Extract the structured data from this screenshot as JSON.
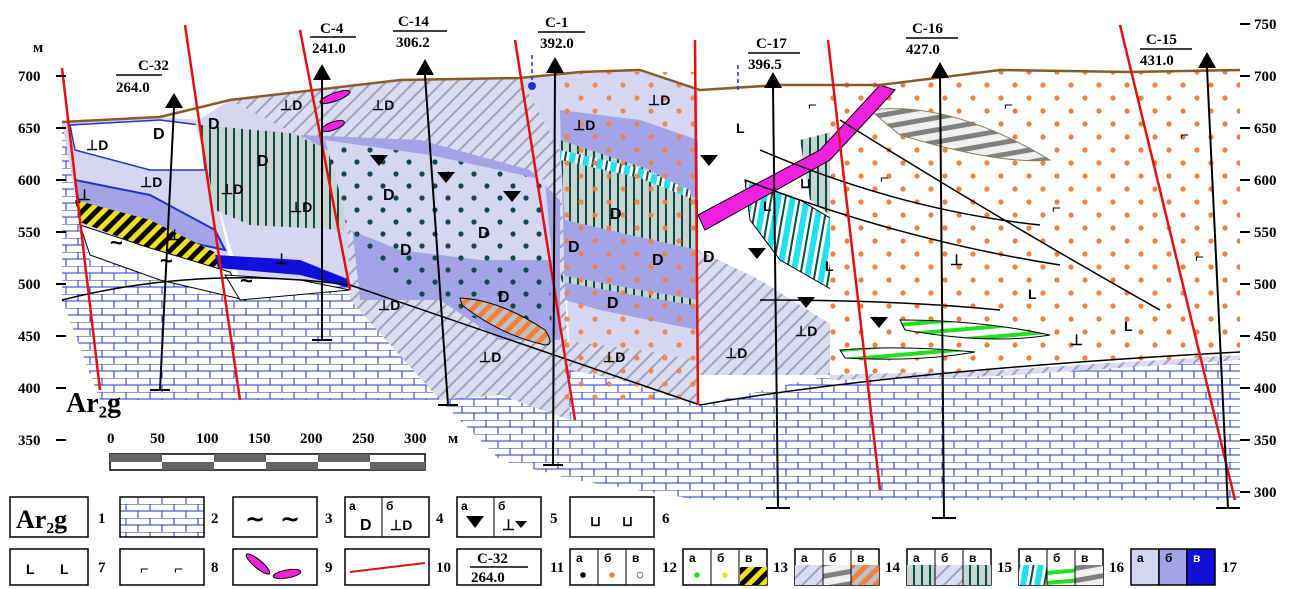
{
  "axes": {
    "unit": "м",
    "left_ticks": [
      "700",
      "650",
      "600",
      "550",
      "500",
      "450",
      "400",
      "350"
    ],
    "right_ticks": [
      "750",
      "700",
      "650",
      "600",
      "550",
      "500",
      "450",
      "400",
      "350",
      "300"
    ]
  },
  "formation_label": "Ar₂g",
  "scale_bar": {
    "ticks": [
      "0",
      "50",
      "100",
      "150",
      "200",
      "250",
      "300"
    ],
    "unit": "м"
  },
  "wells": [
    {
      "name": "С-32",
      "depth": "264.0"
    },
    {
      "name": "С-4",
      "depth": "241.0"
    },
    {
      "name": "С-14",
      "depth": "306.2"
    },
    {
      "name": "С-1",
      "depth": "392.0"
    },
    {
      "name": "С-17",
      "depth": "396.5"
    },
    {
      "name": "С-16",
      "depth": "427.0"
    },
    {
      "name": "С-15",
      "depth": "431.0"
    }
  ],
  "rock_symbols": {
    "D": "D",
    "perp_d": "⊥D",
    "perp": "⊥",
    "hook": "⌐",
    "corner": "L",
    "cup": "⊔",
    "tilde": "~"
  },
  "legend": {
    "numbers": [
      "1",
      "2",
      "3",
      "4",
      "5",
      "6",
      "7",
      "8",
      "9",
      "10",
      "11",
      "12",
      "13",
      "14",
      "15",
      "16",
      "17"
    ],
    "box1_text": "Ar₂g",
    "sub_a": "а",
    "sub_b": "б",
    "sub_v": "в",
    "box11_top": "С-32",
    "box11_bottom": "264.0"
  },
  "colors": {
    "fault": "#e01010",
    "surface": "#8b5a2b",
    "basement": "#1f35c8",
    "unit_pale": "#d6d6f2",
    "unit_mid": "#a3a3e6",
    "unit_dark": "#1010d8",
    "magenta": "#f020e0",
    "orange_dot": "#f08040",
    "cyan": "#20e0f0",
    "teal": "#0f4a4a"
  }
}
